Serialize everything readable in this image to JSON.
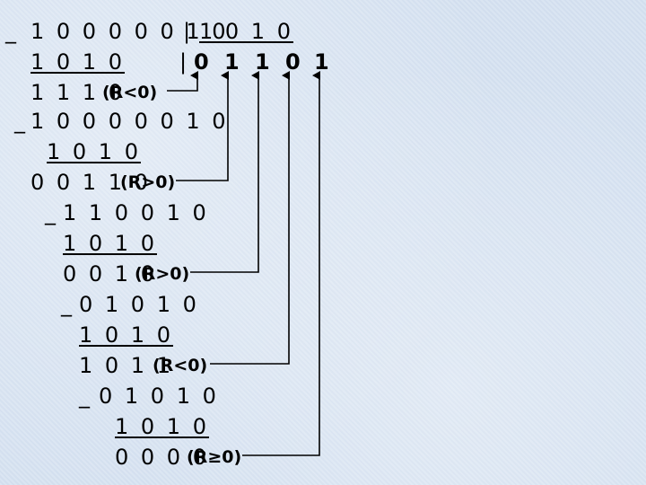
{
  "division": {
    "dividend": "10000010",
    "divisor": "1010",
    "quotient_bits": [
      "0",
      "1",
      "1",
      "0",
      "1"
    ],
    "rows": [
      {
        "minus": "_",
        "bits": "1 0 0 0 0 0 1 0"
      },
      {
        "bits": "1 0 1 0"
      },
      {
        "bits": "1 1 1 0",
        "remark": "(R<0)"
      },
      {
        "minus": "_",
        "bits": "1 0 0 0 0 0 1 0"
      },
      {
        "bits": "1 0 1 0"
      },
      {
        "bits": "0 0 1 1 0",
        "remark": "(R>0)"
      },
      {
        "minus": "_",
        "bits": "1 1 0 0 1 0"
      },
      {
        "bits": "1 0 1 0"
      },
      {
        "bits": "0 0 1 0",
        "remark": "(R>0)"
      },
      {
        "minus": "_",
        "bits": "0 1 0 1 0"
      },
      {
        "bits": "1 0 1 0"
      },
      {
        "bits": "1 0 1 1",
        "remark": "(R<0)"
      },
      {
        "minus": "_",
        "bits": "0 1 0 1 0"
      },
      {
        "bits": "1 0 1 0"
      },
      {
        "bits": "0 0 0 0",
        "remark": "(R≥0)"
      }
    ],
    "divisor_label": "1 0 1 0",
    "bar": "|"
  }
}
